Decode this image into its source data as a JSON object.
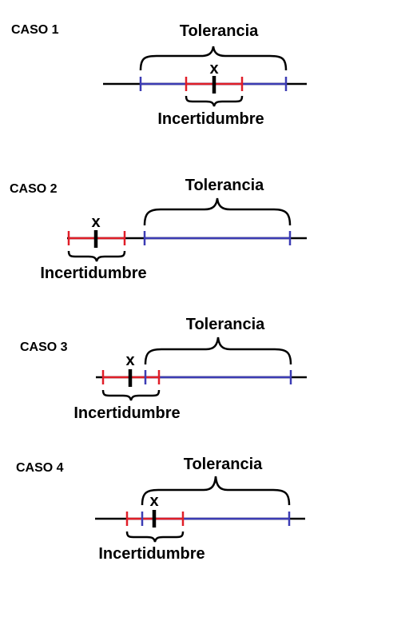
{
  "colors": {
    "axis": "#000000",
    "tolerance": "#3c3cb4",
    "uncertainty": "#e01e28",
    "measurement": "#000000"
  },
  "cases": [
    {
      "title": "CASO 1",
      "tolerance_label": "Tolerancia",
      "uncertainty_label": "Incertidumbre",
      "x_label": "x"
    },
    {
      "title": "CASO 2",
      "tolerance_label": "Tolerancia",
      "uncertainty_label": "Incertidumbre",
      "x_label": "x"
    },
    {
      "title": "CASO 3",
      "tolerance_label": "Tolerancia",
      "uncertainty_label": "Incertidumbre",
      "x_label": "x"
    },
    {
      "title": "CASO 4",
      "tolerance_label": "Tolerancia",
      "uncertainty_label": "Incertidumbre",
      "x_label": "x"
    }
  ]
}
